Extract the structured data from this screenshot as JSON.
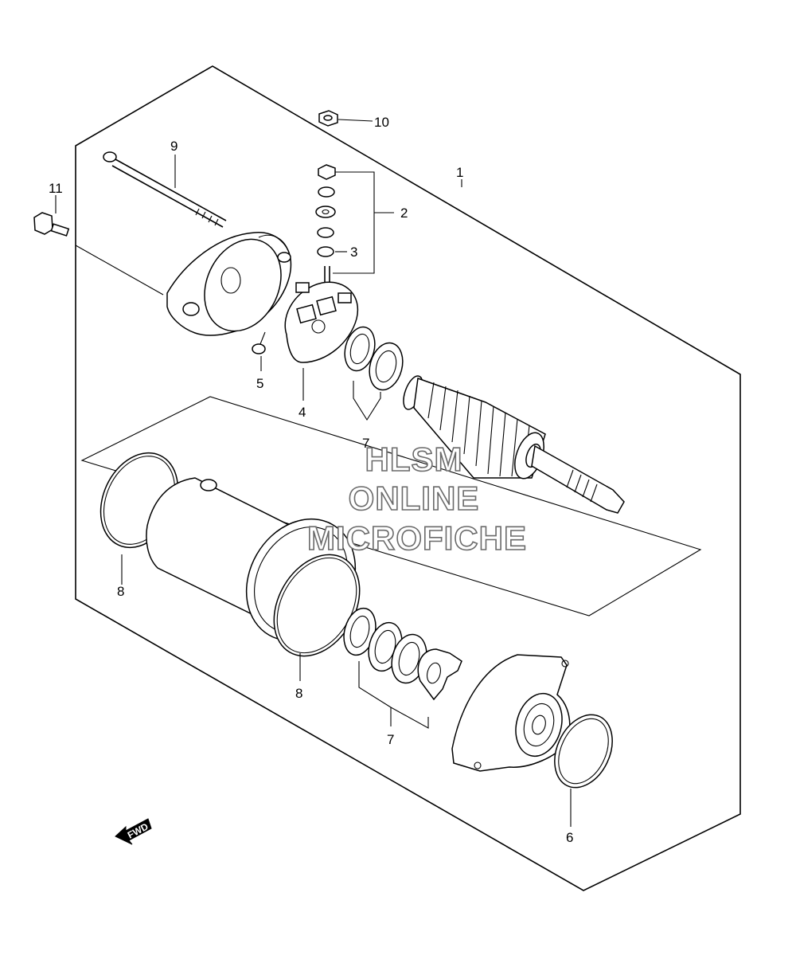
{
  "callouts": {
    "c1": "1",
    "c2": "2",
    "c3": "3",
    "c4": "4",
    "c5": "5",
    "c6": "6",
    "c7a": "7",
    "c7b": "7",
    "c8a": "8",
    "c8b": "8",
    "c9": "9",
    "c10": "10",
    "c11": "11"
  },
  "watermark": {
    "line1": "HLSM",
    "line2": "ONLINE",
    "line3": "MICROFICHE"
  },
  "fwd_label": "FWD"
}
